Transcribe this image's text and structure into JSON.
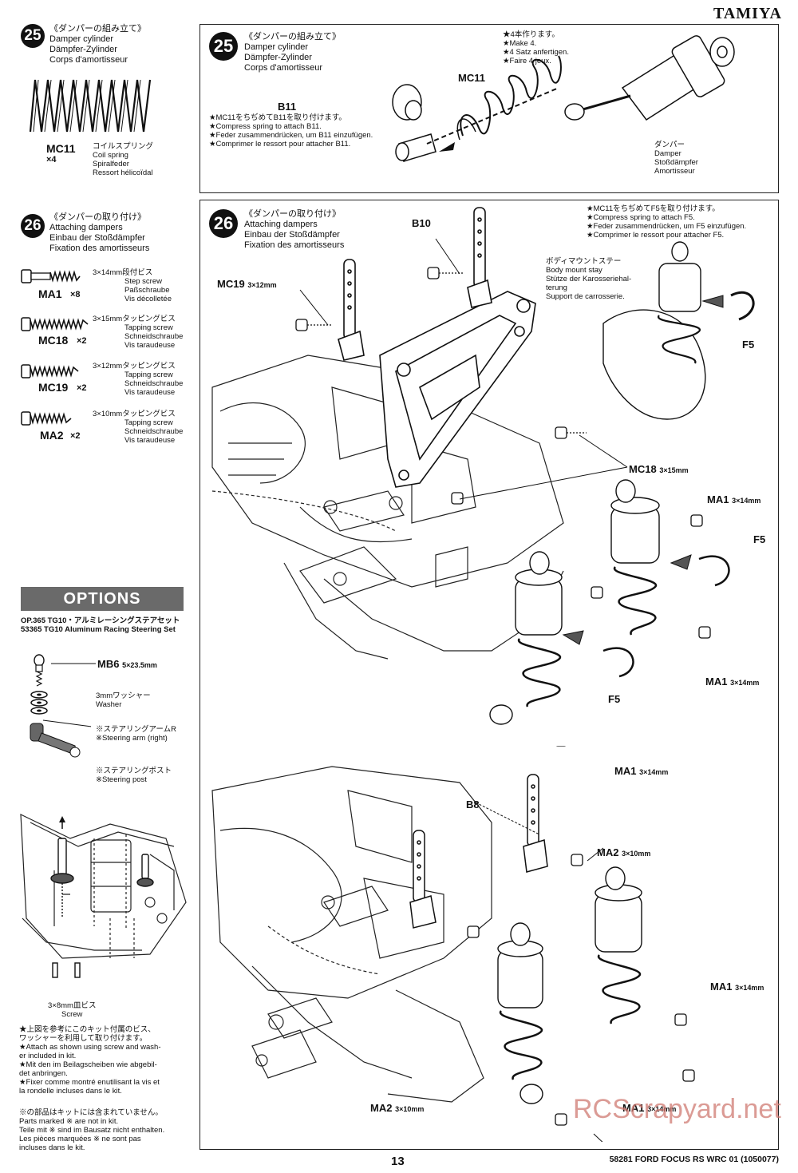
{
  "brand": "TAMIYA",
  "page_number": "13",
  "footer_model": "58281 FORD FOCUS RS WRC 01 (1050077)",
  "watermark": "RCScrapyard.net",
  "left_step25": {
    "num": "25",
    "title": [
      "《ダンパーの組み立て》",
      "Damper cylinder",
      "Dämpfer-Zylinder",
      "Corps d'amortisseur"
    ],
    "part": {
      "code": "MC11",
      "qty": "×4",
      "names": [
        "コイルスプリング",
        "Coil spring",
        "Spiralfeder",
        "Ressort hélicoïdal"
      ]
    }
  },
  "left_step26": {
    "num": "26",
    "title": [
      "《ダンパーの取り付け》",
      "Attaching dampers",
      "Einbau der Stoßdämpfer",
      "Fixation des amortisseurs"
    ],
    "parts": [
      {
        "code": "MA1",
        "qty": "×8",
        "size": "3×14mm段付ビス",
        "names": [
          "Step screw",
          "Paßschraube",
          "Vis décolletée"
        ]
      },
      {
        "code": "MC18",
        "qty": "×2",
        "size": "3×15mmタッピングビス",
        "names": [
          "Tapping screw",
          "Schneidschraube",
          "Vis taraudeuse"
        ]
      },
      {
        "code": "MC19",
        "qty": "×2",
        "size": "3×12mmタッピングビス",
        "names": [
          "Tapping screw",
          "Schneidschraube",
          "Vis taraudeuse"
        ]
      },
      {
        "code": "MA2",
        "qty": "×2",
        "size": "3×10mmタッピングビス",
        "names": [
          "Tapping screw",
          "Schneidschraube",
          "Vis taraudeuse"
        ]
      }
    ]
  },
  "options": {
    "header": "OPTIONS",
    "set_jp": "OP.365 TG10・アルミレーシングステアセット",
    "set_en": "53365 TG10 Aluminum Racing Steering Set",
    "mb6": "MB6",
    "mb6_size": "5×23.5mm",
    "washer": [
      "3mmワッシャー",
      "Washer"
    ],
    "arm": [
      "※ステアリングアームR",
      "※Steering arm (right)"
    ],
    "post": [
      "※ステアリングポスト",
      "※Steering post"
    ],
    "screw": [
      "3×8mm皿ビス",
      "Screw"
    ],
    "note": [
      "★上図を参考にこのキット付属のビス、",
      "ワッシャーを利用して取り付けます。",
      "★Attach as shown using screw and wash-",
      "er included in kit.",
      "★Mit den im Beilagscheiben wie abgebil-",
      "det anbringen.",
      "★Fixer comme montré enutilisant la vis et",
      "la rondelle incluses dans le kit."
    ],
    "note2": [
      "※の部品はキットには含まれていません。",
      "Parts marked ※ are not in kit.",
      "Teile mit ※ sind im Bausatz nicht enthalten.",
      "Les pièces marquées ※ ne sont pas",
      "incluses dans le kit."
    ]
  },
  "panel25": {
    "num": "25",
    "title": [
      "《ダンパーの組み立て》",
      "Damper cylinder",
      "Dämpfer-Zylinder",
      "Corps d'amortisseur"
    ],
    "make4": [
      "★4本作ります。",
      "★Make 4.",
      "★4 Satz anfertigen.",
      "★Faire 4 jeux."
    ],
    "mc11": "MC11",
    "b11": "B11",
    "compress": [
      "★MC11をちぢめてB11を取り付けます。",
      "★Compress spring to attach B11.",
      "★Feder zusammendrücken, um B11 einzufügen.",
      "★Comprimer le ressort pour attacher B11."
    ],
    "damper": [
      "ダンパー",
      "Damper",
      "Stoßdämpfer",
      "Amortisseur"
    ]
  },
  "panel26": {
    "num": "26",
    "title": [
      "《ダンパーの取り付け》",
      "Attaching dampers",
      "Einbau der Stoßdämpfer",
      "Fixation des amortisseurs"
    ],
    "compress": [
      "★MC11をちぢめてF5を取り付けます。",
      "★Compress spring to attach F5.",
      "★Feder zusammendrücken, um F5 einzufügen.",
      "★Comprimer le ressort pour attacher F5."
    ],
    "stay": [
      "ボディマウントステー",
      "Body mount stay",
      "Stütze der Karosseriehal-",
      "terung",
      "Support de carrosserie."
    ],
    "labels": {
      "b10": "B10",
      "mc19": "MC19",
      "mc19_size": "3×12mm",
      "mc18": "MC18",
      "mc18_size": "3×15mm",
      "ma1": "MA1",
      "ma1_size": "3×14mm",
      "f5": "F5",
      "b8": "B8",
      "ma2": "MA2",
      "ma2_size": "3×10mm"
    }
  }
}
